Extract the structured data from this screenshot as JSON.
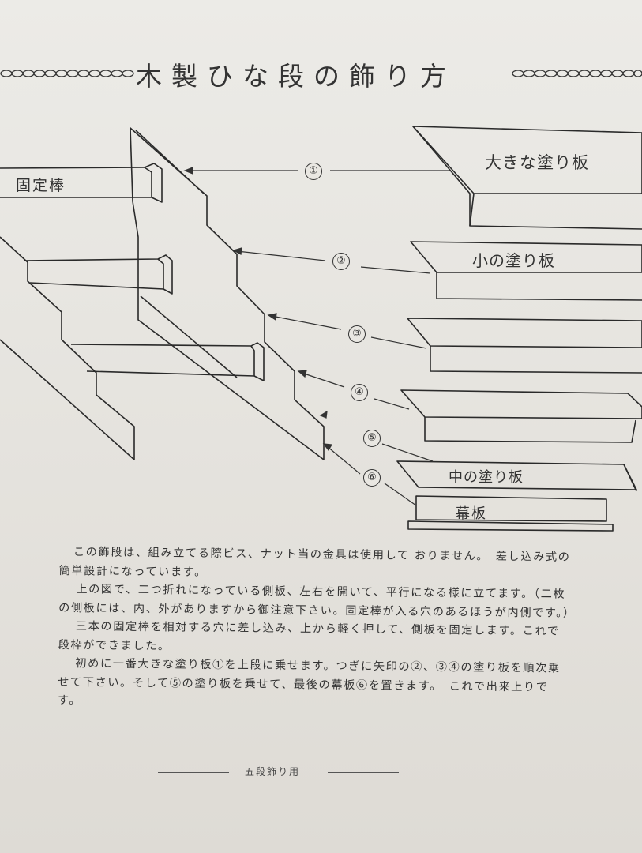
{
  "title": "木製ひな段の飾り方",
  "diagram": {
    "fixing_rod_label": "固定棒",
    "markers": [
      "①",
      "②",
      "③",
      "④",
      "⑤",
      "⑥"
    ],
    "boards": [
      "大きな塗り板",
      "小の塗り板",
      "中の塗り板",
      "幕板"
    ]
  },
  "paragraphs": [
    "この飾段は、組み立てる際ビス、ナット当の金具は使用して おりません。　差し込み式の簡単設計になっています。",
    "上の図で、二つ折れになっている側板、左右を開いて、平行になる様に立てます。（二枚の側板には、内、外がありますから御注意下さい。固定棒が入る穴のあるほうが内側です。）",
    "三本の固定棒を相対する穴に差し込み、上から軽く押して、側板を固定します。これで段枠ができました。",
    "初めに一番大きな塗り板①を上段に乗せます。つぎに矢印の②、③④の塗り板を順次乗せて下さい。そして⑤の塗り板を乗せて、最後の幕板⑥を置きます。　これで出来上りです。"
  ],
  "footer": "五段飾り用"
}
